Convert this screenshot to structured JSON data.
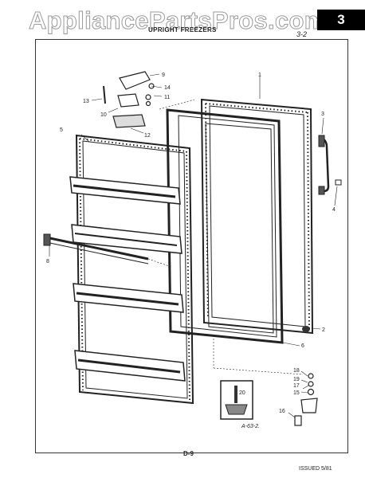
{
  "header": {
    "watermark": "AppliancePartsPros.com",
    "section_top": "",
    "section_number": "3",
    "title": "UPRIGHT FREEZERS",
    "page_ref": "3-2"
  },
  "diagram": {
    "code": "A-63-2.",
    "part_numbers": [
      "1",
      "2",
      "3",
      "4",
      "5",
      "6",
      "8",
      "9",
      "10",
      "11",
      "12",
      "13",
      "14",
      "15",
      "16",
      "17",
      "18",
      "19",
      "20"
    ]
  },
  "footer": {
    "page": "D-9",
    "issued": "ISSUED 5/81"
  }
}
